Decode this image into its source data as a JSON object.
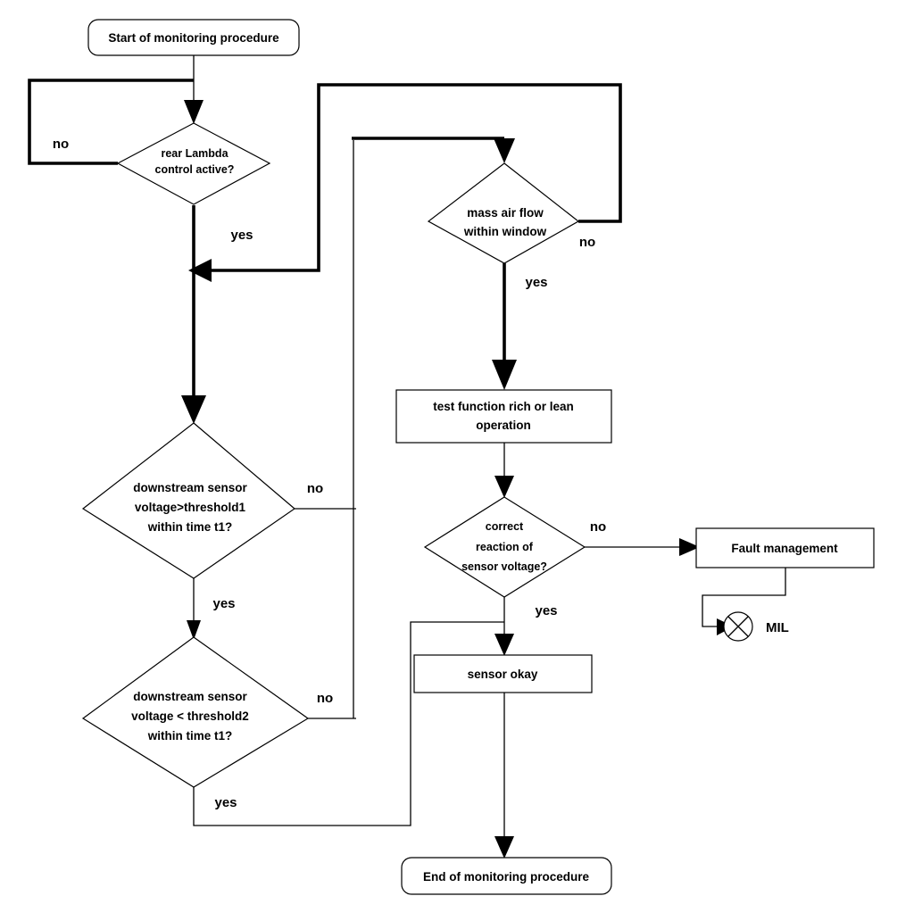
{
  "diagram": {
    "title": "Monitoring procedure flowchart",
    "stroke_color": "#000000",
    "fill_color": "#ffffff",
    "nodes": {
      "start": {
        "type": "terminator",
        "label": "Start of monitoring procedure"
      },
      "rear_lambda": {
        "type": "decision",
        "line1": "rear Lambda",
        "line2": "control active?"
      },
      "mass_air_flow": {
        "type": "decision",
        "line1": "mass air flow",
        "line2": "within window"
      },
      "test_function": {
        "type": "process",
        "line1": "test function rich or lean",
        "line2": "operation"
      },
      "threshold1": {
        "type": "decision",
        "line1": "downstream sensor",
        "line2": "voltage>threshold1",
        "line3": "within time t1?"
      },
      "threshold2": {
        "type": "decision",
        "line1": "downstream sensor",
        "line2": "voltage < threshold2",
        "line3": "within time t1?"
      },
      "correct_reaction": {
        "type": "decision",
        "line1": "correct",
        "line2": "reaction of",
        "line3": "sensor voltage?"
      },
      "fault_management": {
        "type": "process",
        "label": "Fault management"
      },
      "sensor_okay": {
        "type": "process",
        "label": "sensor okay"
      },
      "mil": {
        "type": "lamp",
        "label": "MIL",
        "icon": "crossed-circle-icon"
      },
      "end": {
        "type": "terminator",
        "label": "End of monitoring procedure"
      }
    },
    "edge_labels": {
      "rear_lambda_no": "no",
      "rear_lambda_yes": "yes",
      "mass_air_flow_no": "no",
      "mass_air_flow_yes": "yes",
      "threshold1_no": "no",
      "threshold1_yes": "yes",
      "threshold2_no": "no",
      "threshold2_yes": "yes",
      "correct_reaction_no": "no",
      "correct_reaction_yes": "yes"
    }
  }
}
